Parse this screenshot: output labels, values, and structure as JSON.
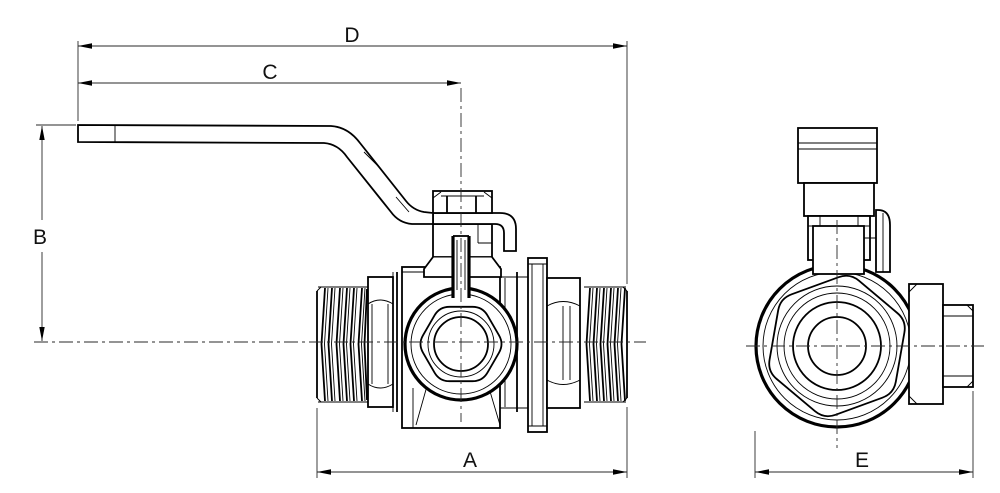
{
  "drawing": {
    "kind": "ball-valve orthographic technical drawing",
    "colors": {
      "line": "#000000",
      "background": "#ffffff"
    },
    "dimensions": {
      "a": "A",
      "b": "B",
      "c": "C",
      "d": "D",
      "e": "E"
    }
  }
}
